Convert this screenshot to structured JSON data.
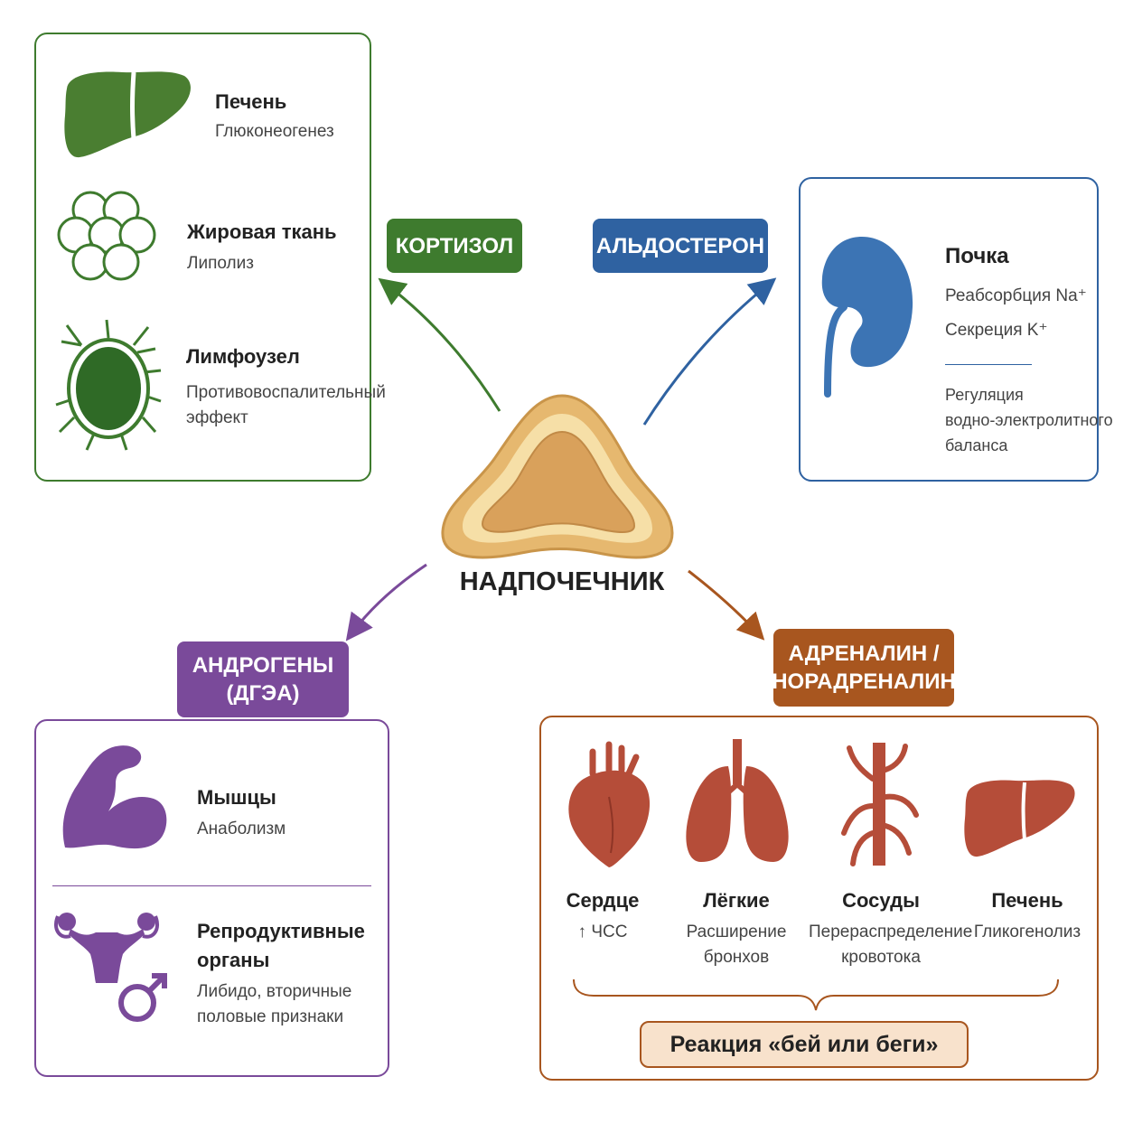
{
  "colors": {
    "green": "#3e7b2e",
    "blue": "#2f62a1",
    "purple": "#7a4a9a",
    "orange": "#a8561f",
    "organ_red": "#b54d39",
    "gland": "#e9c27e"
  },
  "center": {
    "label": "НАДПОЧЕЧНИК"
  },
  "hormones": {
    "cortisol": "КОРТИЗОЛ",
    "aldosterone": "АЛЬДОСТЕРОН",
    "androgens_line1": "АНДРОГЕНЫ",
    "androgens_line2": "(ДГЭА)",
    "adrenaline_line1": "АДРЕНАЛИН /",
    "adrenaline_line2": "НОРАДРЕНАЛИН"
  },
  "cortisol_targets": [
    {
      "title": "Печень",
      "effect": "Глюконеогенез",
      "icon": "liver-icon"
    },
    {
      "title": "Жировая ткань",
      "effect": "Липолиз",
      "icon": "fat-cells-icon"
    },
    {
      "title": "Лимфоузел",
      "effect_line1": "Противовоспалительный",
      "effect_line2": "эффект",
      "icon": "lymph-node-icon"
    }
  ],
  "aldosterone_target": {
    "title": "Почка",
    "effect1": "Реабсорбция Na⁺",
    "effect2": "Секреция K⁺",
    "note_line1": "Регуляция",
    "note_line2": "водно-электролитного",
    "note_line3": "баланса",
    "icon": "kidney-icon"
  },
  "androgen_targets": [
    {
      "title": "Мышцы",
      "effect": "Анаболизм",
      "icon": "muscle-icon"
    },
    {
      "title_line1": "Репродуктивные",
      "title_line2": "органы",
      "effect_line1": "Либидо, вторичные",
      "effect_line2": "половые признаки",
      "icon": "reproductive-icon"
    }
  ],
  "adrenaline_targets": [
    {
      "title": "Сердце",
      "effect_line1": "↑ ЧСС",
      "effect_line2": "",
      "icon": "heart-icon"
    },
    {
      "title": "Лёгкие",
      "effect_line1": "Расширение",
      "effect_line2": "бронхов",
      "icon": "lungs-icon"
    },
    {
      "title": "Сосуды",
      "effect_line1": "Перераспределение",
      "effect_line2": "кровотока",
      "icon": "vessels-icon"
    },
    {
      "title": "Печень",
      "effect_line1": "Гликогенолиз",
      "effect_line2": "",
      "icon": "liver-icon"
    }
  ],
  "fight_or_flight": "Реакция «бей или беги»"
}
